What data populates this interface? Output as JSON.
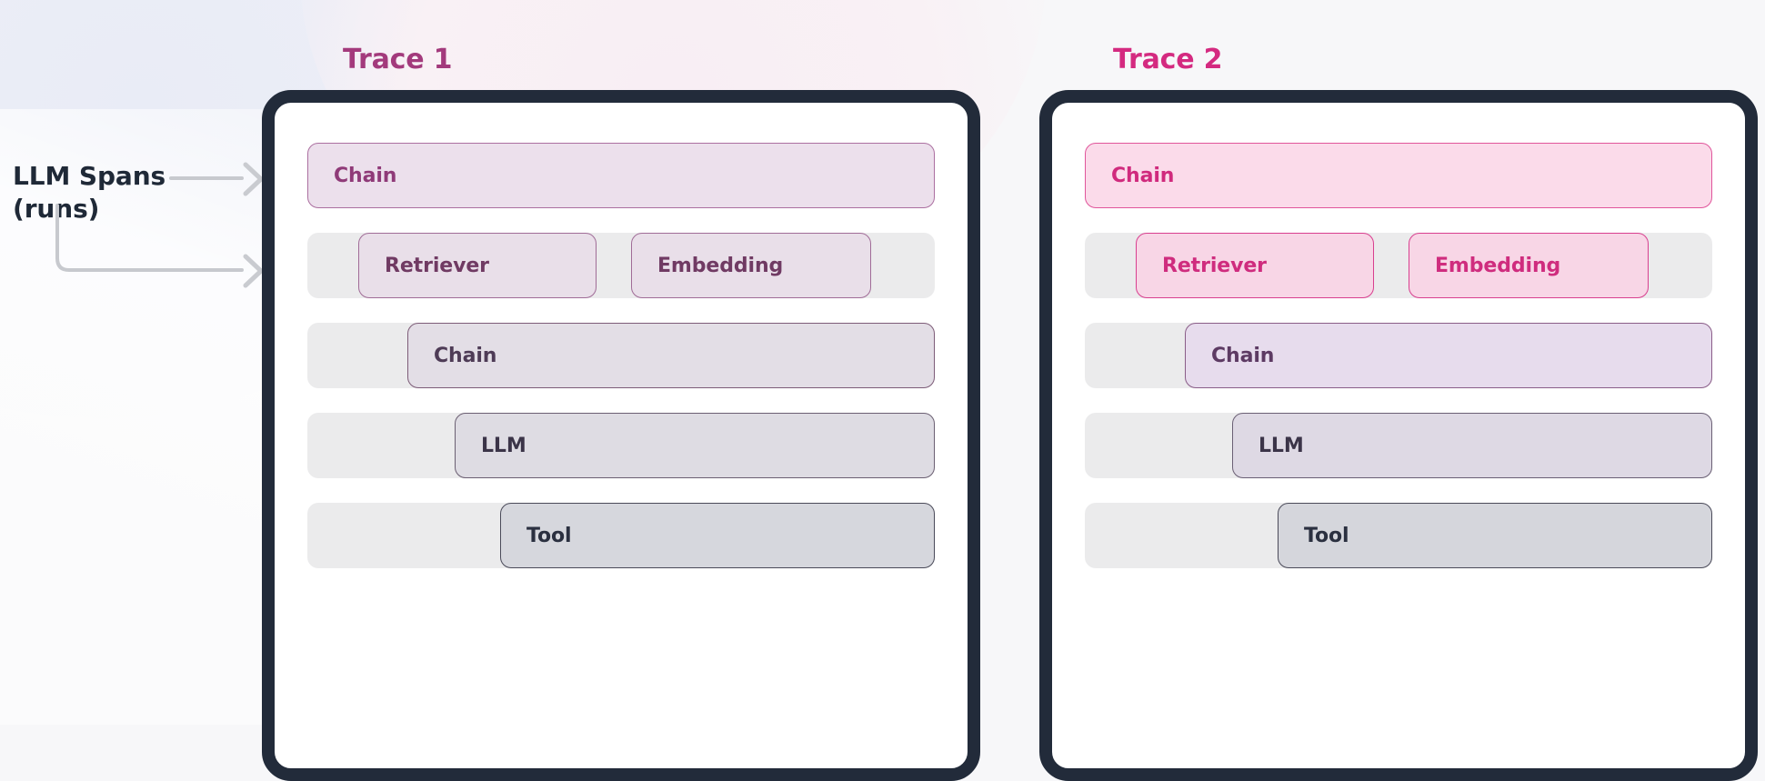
{
  "annotation": {
    "line1": "LLM Spans",
    "line2": "(runs)"
  },
  "colors": {
    "background": "#f7f7f9",
    "panel_frame": "#222b3a",
    "trace1_title": "#a33a7c",
    "trace2_title": "#d42a80",
    "row_track": "#ebebec",
    "annotation_text": "#1f2937",
    "connector_line": "#c7c9ce"
  },
  "traces": [
    {
      "title": "Trace 1",
      "rows": [
        {
          "label": "Chain",
          "indent": "in0",
          "style": "t1-chain",
          "track": false
        },
        {
          "label": "Retriever",
          "indent": "in1",
          "style": "t1-sub",
          "track": true,
          "sibling": {
            "label": "Embedding",
            "indent": "in1b",
            "style": "t1-sub"
          }
        },
        {
          "label": "Chain",
          "indent": "in2",
          "style": "t1-chain2",
          "track": true
        },
        {
          "label": "LLM",
          "indent": "in3",
          "style": "t1-llm",
          "track": true
        },
        {
          "label": "Tool",
          "indent": "in4",
          "style": "t1-tool",
          "track": true
        }
      ]
    },
    {
      "title": "Trace 2",
      "rows": [
        {
          "label": "Chain",
          "indent": "in0",
          "style": "t2-chain",
          "track": false
        },
        {
          "label": "Retriever",
          "indent": "in1",
          "style": "t2-sub",
          "track": true,
          "sibling": {
            "label": "Embedding",
            "indent": "in1b",
            "style": "t2-sub"
          }
        },
        {
          "label": "Chain",
          "indent": "in2",
          "style": "t2-chain2",
          "track": true
        },
        {
          "label": "LLM",
          "indent": "in3",
          "style": "t2-llm",
          "track": true
        },
        {
          "label": "Tool",
          "indent": "in4",
          "style": "t2-tool",
          "track": true
        }
      ]
    }
  ]
}
